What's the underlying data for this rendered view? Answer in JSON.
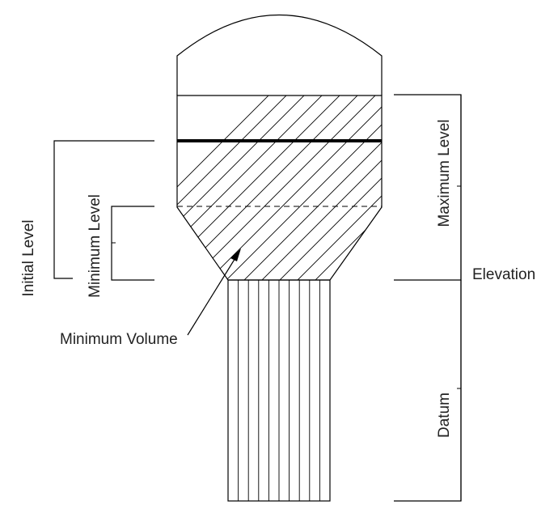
{
  "labels": {
    "initial_level": "Initial Level",
    "minimum_level": "Minimum Level",
    "maximum_level": "Maximum Level",
    "elevation": "Elevation",
    "datum": "Datum",
    "minimum_volume": "Minimum Volume"
  },
  "colors": {
    "stroke": "#000000",
    "text": "#222222",
    "background": "#ffffff"
  }
}
